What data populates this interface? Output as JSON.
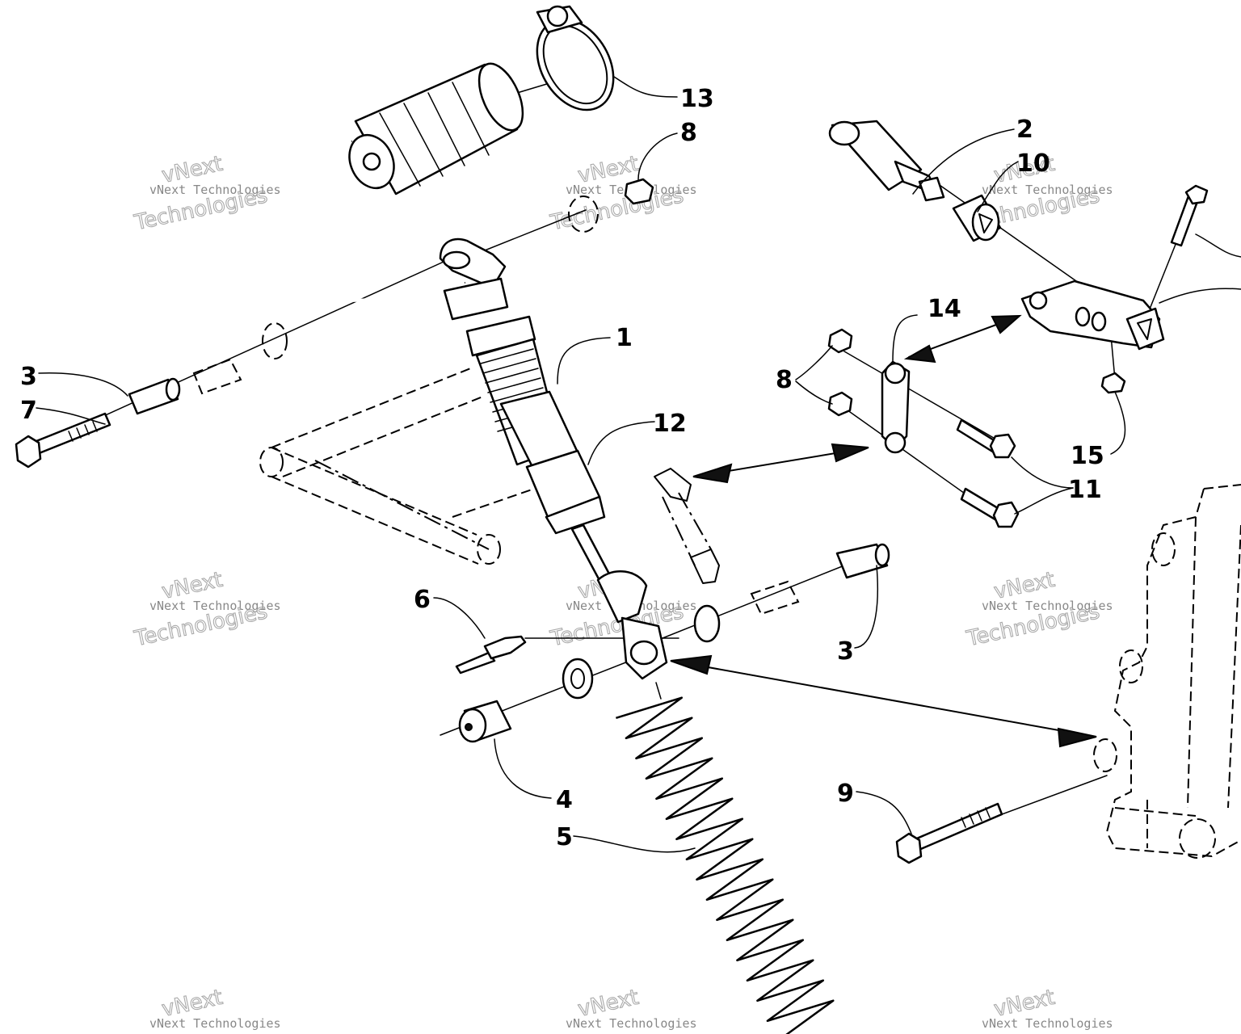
{
  "callouts": [
    {
      "id": "c1",
      "text": "1"
    },
    {
      "id": "c2",
      "text": "2"
    },
    {
      "id": "c3a",
      "text": "3"
    },
    {
      "id": "c3b",
      "text": "3"
    },
    {
      "id": "c4",
      "text": "4"
    },
    {
      "id": "c5",
      "text": "5"
    },
    {
      "id": "c6",
      "text": "6"
    },
    {
      "id": "c7",
      "text": "7"
    },
    {
      "id": "c8a",
      "text": "8"
    },
    {
      "id": "c8b",
      "text": "8"
    },
    {
      "id": "c9",
      "text": "9"
    },
    {
      "id": "c10",
      "text": "10"
    },
    {
      "id": "c11",
      "text": "11"
    },
    {
      "id": "c12",
      "text": "12"
    },
    {
      "id": "c13",
      "text": "13"
    },
    {
      "id": "c14",
      "text": "14"
    },
    {
      "id": "c15",
      "text": "15"
    }
  ],
  "watermark": {
    "line1": "vNext Technologies",
    "line2": "vNext",
    "line3": "Technologies"
  }
}
